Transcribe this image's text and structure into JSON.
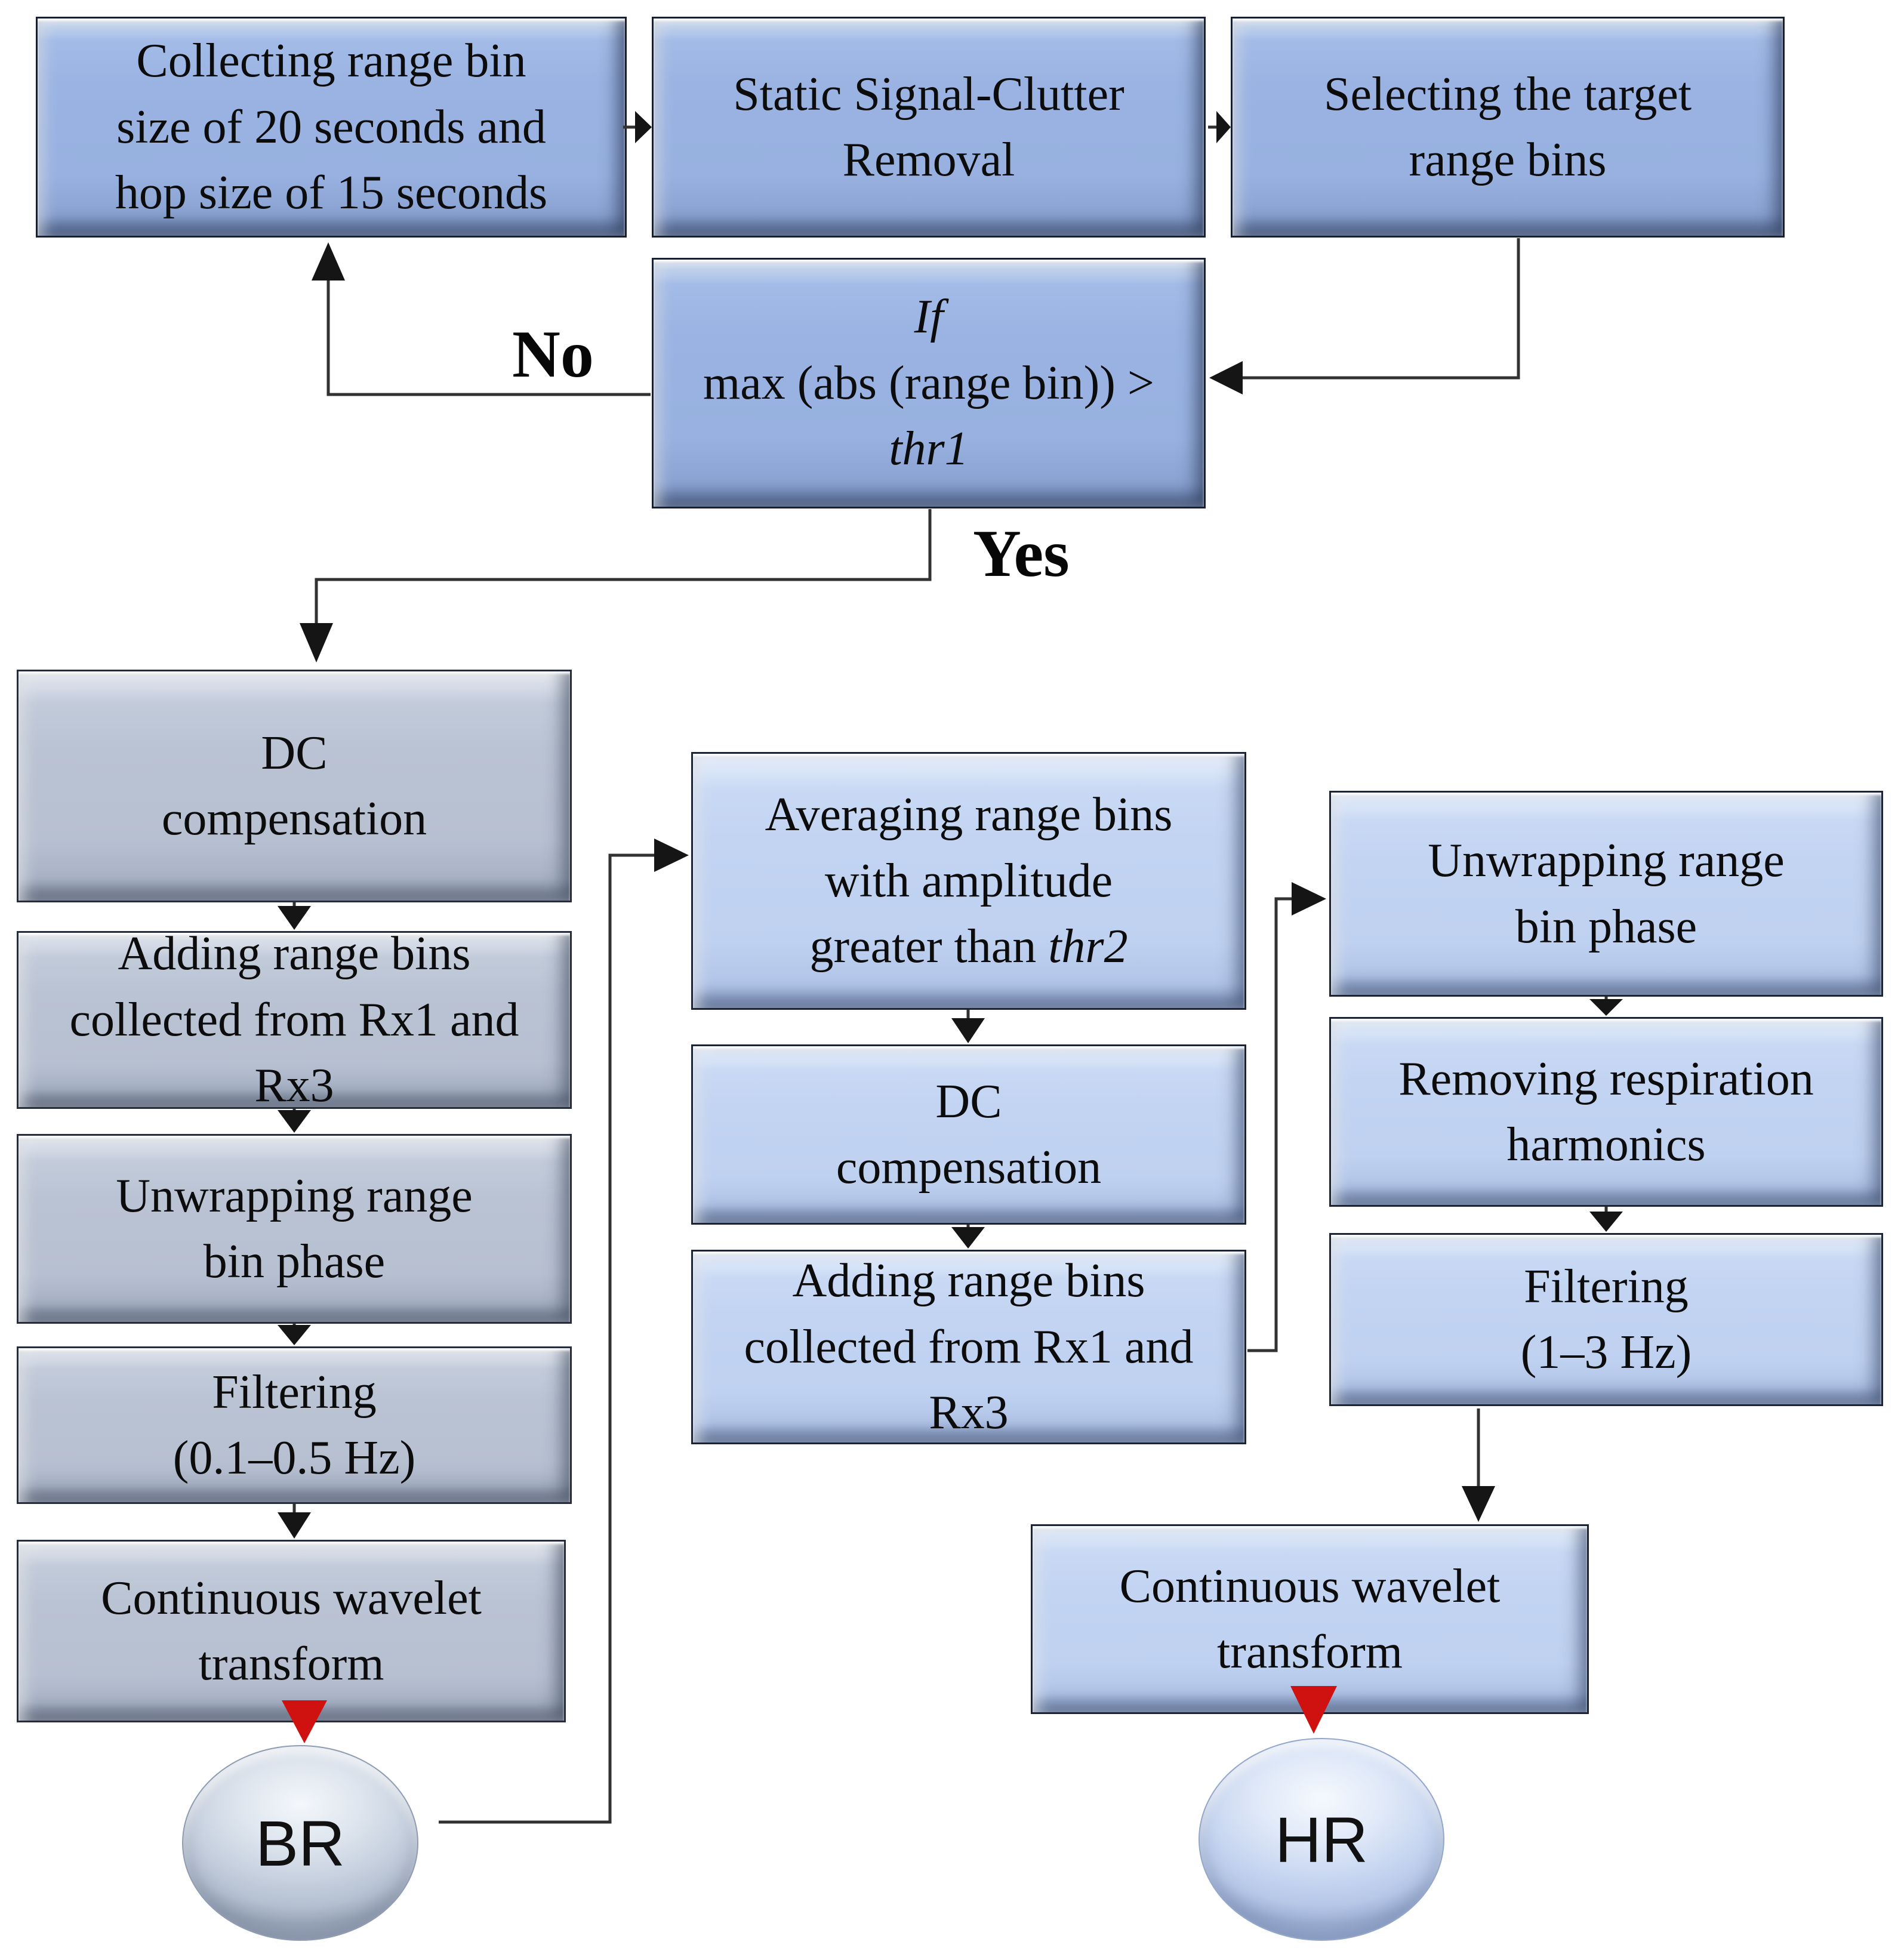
{
  "nodes": {
    "collect": "Collecting range bin\nsize of 20 seconds and\nhop size of 15 seconds",
    "static_removal": "Static Signal-Clutter\nRemoval",
    "select_bins": "Selecting the target\nrange bins",
    "decision_line1": "If",
    "decision_line2": "max (abs (range bin)) >",
    "decision_line3": "thr1",
    "br_dc": "DC\ncompensation",
    "br_adding": "Adding range bins\ncollected from Rx1 and\nRx3",
    "br_unwrapping": "Unwrapping range\nbin phase",
    "br_filtering": "Filtering\n(0.1–0.5 Hz)",
    "br_cwt": "Continuous wavelet\ntransform",
    "br_output": "BR",
    "avg_line1": "Averaging range bins",
    "avg_line2": "with amplitude",
    "avg_line3_prefix": "greater than ",
    "avg_line3_italic": "thr2",
    "mid_dc": "DC\ncompensation",
    "mid_adding": "Adding range bins\ncollected from Rx1 and\nRx3",
    "hr_unwrapping": "Unwrapping range\nbin phase",
    "hr_removing": "Removing respiration\nharmonics",
    "hr_filtering": "Filtering\n(1–3 Hz)",
    "hr_cwt": "Continuous wavelet\ntransform",
    "hr_output": "HR"
  },
  "edge_labels": {
    "no": "No",
    "yes": "Yes"
  },
  "colors": {
    "process_blue": "#9ab3e2",
    "process_gray": "#bac3d3",
    "process_light_blue": "#c2d4f2",
    "terminal_br_fill": "#c8d2e0",
    "terminal_hr_fill": "#c9d7f1",
    "red_arrow": "#cf1110",
    "connector": "#323232",
    "text": "#0c0c0c"
  }
}
